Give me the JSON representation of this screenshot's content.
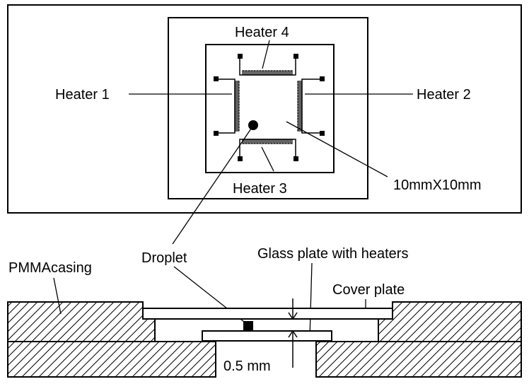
{
  "top_view": {
    "heater_4": "Heater 4",
    "heater_1": "Heater 1",
    "heater_2": "Heater 2",
    "heater_3": "Heater 3",
    "chip_size": "10mmX10mm"
  },
  "cross_section": {
    "droplet": "Droplet",
    "glass_plate": "Glass plate with heaters",
    "casing": "PMMAcasing",
    "cover_plate": "Cover plate",
    "gap": "0.5 mm"
  }
}
